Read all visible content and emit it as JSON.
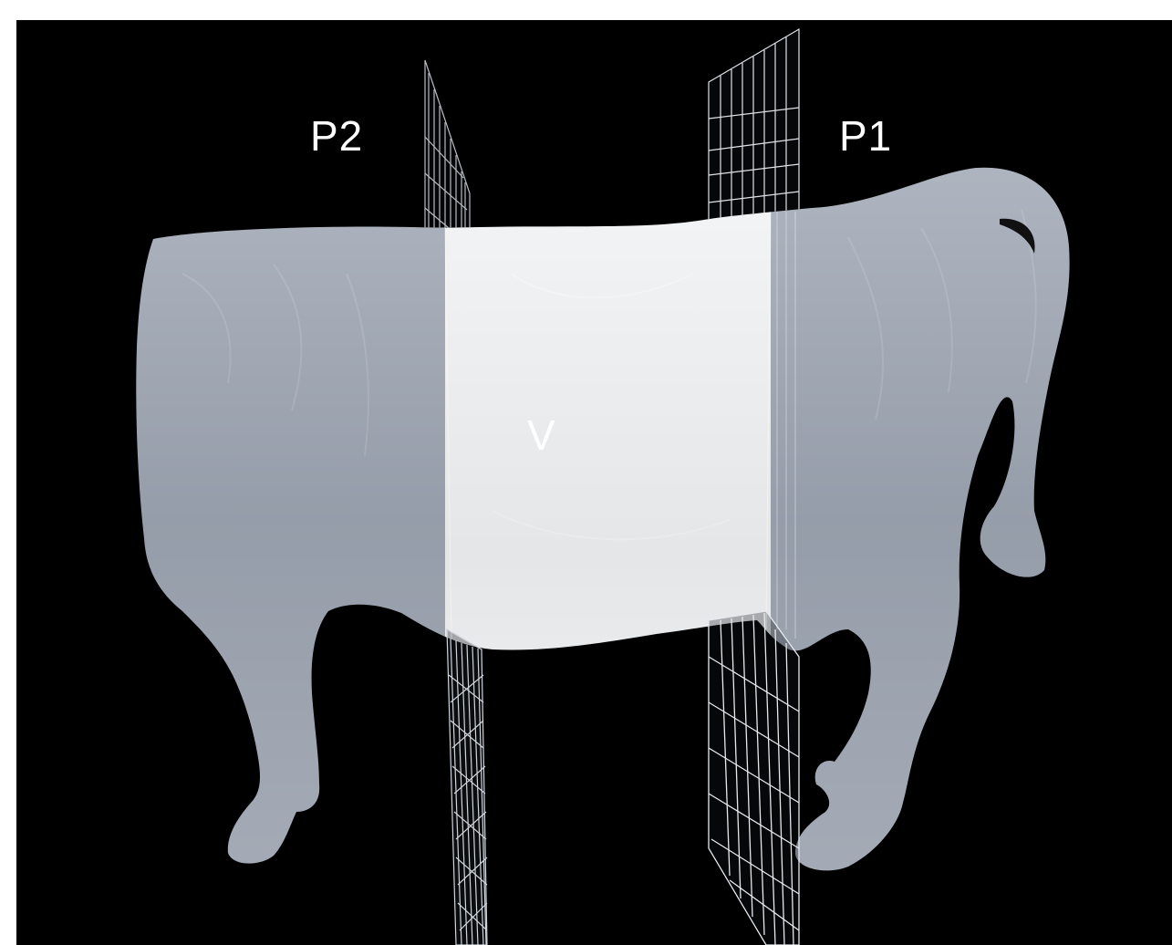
{
  "labels": {
    "plane_2": "P2",
    "plane_1": "P1",
    "volume": "V"
  },
  "colors": {
    "background": "#000000",
    "page": "#ffffff",
    "body_outside": "#9ba4b2",
    "body_inside": "#ecedee",
    "plane_grid": "#e0e4ea",
    "label": "#ffffff"
  }
}
